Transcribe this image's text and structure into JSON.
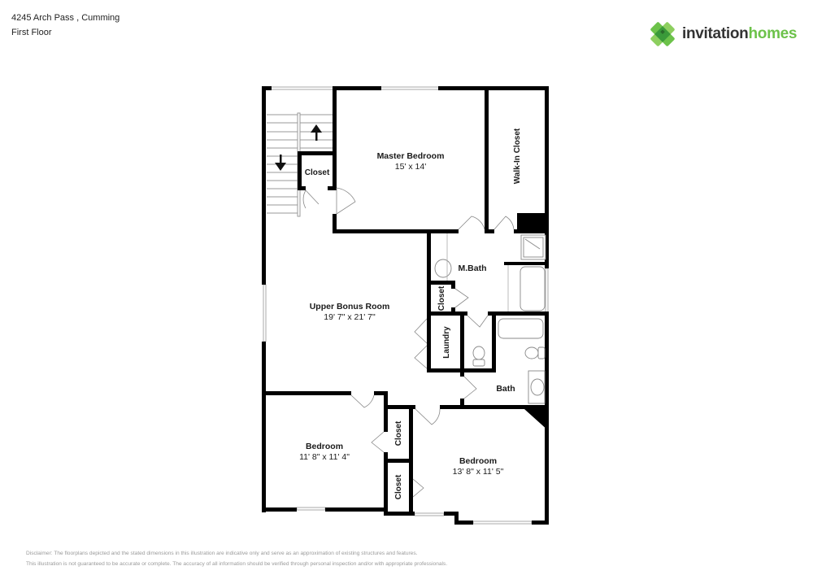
{
  "header": {
    "address": "4245 Arch Pass , Cumming",
    "floor": "First Floor"
  },
  "brand": {
    "logo_icon": "clover-diamond-logo-icon",
    "name_part1": "invitation",
    "name_part2": "homes",
    "colors": {
      "dark": "#333333",
      "green": "#6cc24a",
      "green_dark": "#3a9a3a"
    }
  },
  "rooms": {
    "master_bedroom": {
      "label": "Master Bedroom",
      "dims": "15' x 14'"
    },
    "walk_in_closet": {
      "label": "Walk-In Closet"
    },
    "stair_closet": {
      "label": "Closet"
    },
    "m_bath": {
      "label": "M.Bath"
    },
    "m_bath_closet": {
      "label": "Closet"
    },
    "upper_bonus_room": {
      "label": "Upper Bonus Room",
      "dims": "19' 7\" x 21' 7\""
    },
    "laundry": {
      "label": "Laundry"
    },
    "bath": {
      "label": "Bath"
    },
    "bedroom_left": {
      "label": "Bedroom",
      "dims": "11' 8\" x 11' 4\""
    },
    "bedroom_right": {
      "label": "Bedroom",
      "dims": "13' 8\" x 11' 5\""
    },
    "closet_upper": {
      "label": "Closet"
    },
    "closet_lower": {
      "label": "Closet"
    }
  },
  "stairs": {
    "up_arrow": "arrow-up-icon",
    "down_arrow": "arrow-down-icon"
  },
  "disclaimer": {
    "line1": "Disclaimer: The floorplans depicted and the stated dimensions in this illustration are indicative only and serve as an approximation of existing structures and features.",
    "line2": "This illustration is not guaranteed to be accurate or complete. The accuracy of all information should be verified through personal inspection and/or with appropriate professionals."
  }
}
